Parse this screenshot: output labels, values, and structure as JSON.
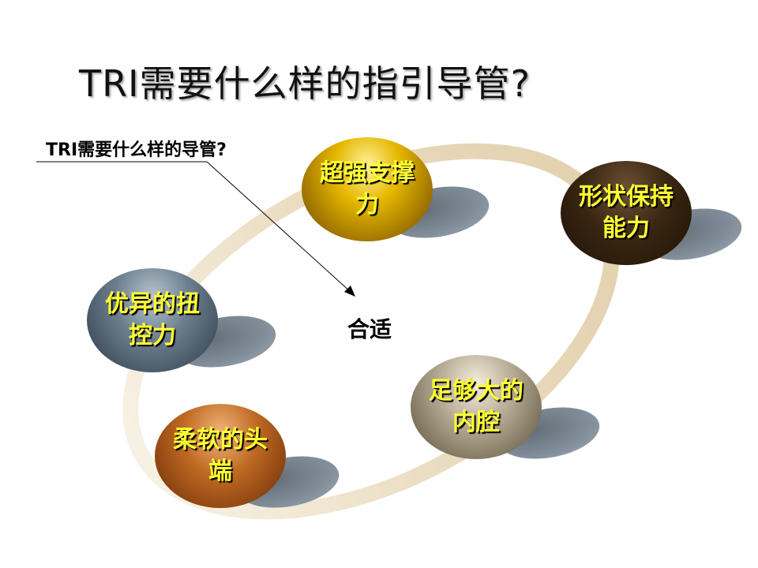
{
  "slide": {
    "title": "TRI需要什么样的指引导管?",
    "callout": "TRI需要什么样的导管?",
    "center_label": "合适",
    "colors": {
      "label_text": "#ffff33",
      "ring": "#efe4cc",
      "callout_line": "#000000"
    },
    "nodes": [
      {
        "label": "超强支撑力",
        "color": "gold"
      },
      {
        "label": "形状保持能力",
        "color": "dark-brown"
      },
      {
        "label": "优异的扭控力",
        "color": "slate-blue"
      },
      {
        "label": "足够大的内腔",
        "color": "sand"
      },
      {
        "label": "柔软的头端",
        "color": "copper"
      }
    ]
  }
}
